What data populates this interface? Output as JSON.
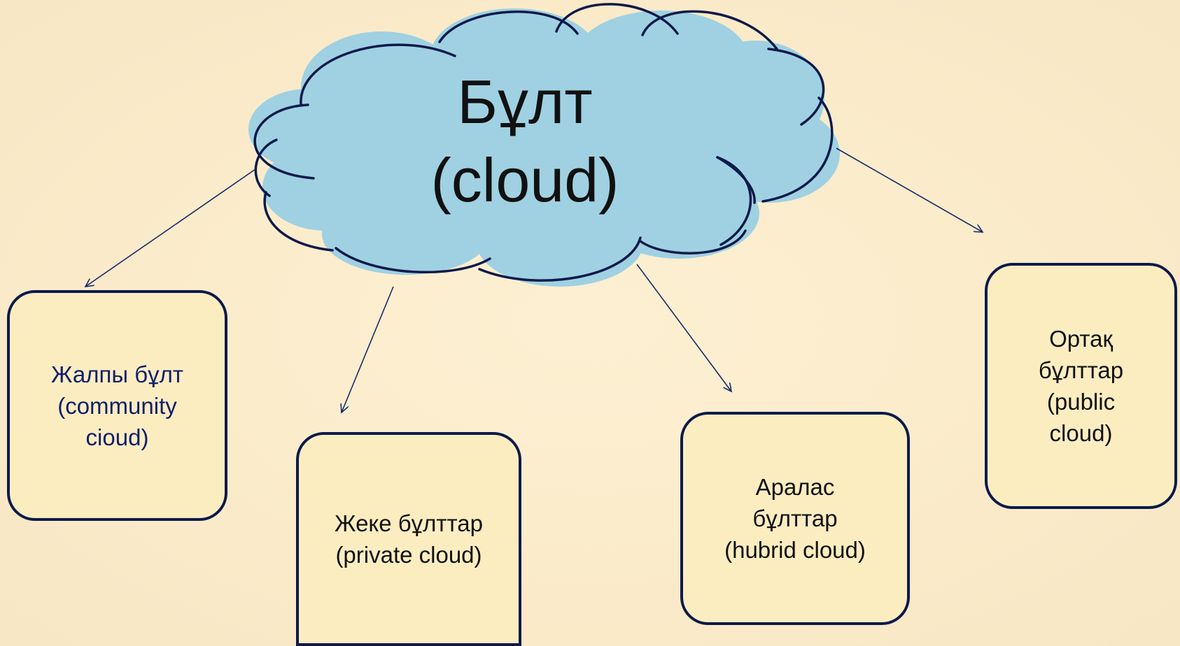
{
  "cloud": {
    "line1": "Бұлт",
    "line2": "(cloud)",
    "fill_color": "#9fd1e2",
    "stroke_color": "#0d1a4a"
  },
  "boxes": {
    "community": {
      "line1": "Жалпы бұлт",
      "line2": "(community",
      "line3": "cioud)"
    },
    "private": {
      "line1": "Жеке бұлттар",
      "line2": "(private cloud)"
    },
    "hybrid": {
      "line1": "Аралас",
      "line2": "бұлттар",
      "line3": "(hubrid cloud)"
    },
    "public": {
      "line1": "Ортақ",
      "line2": "бұлттар",
      "line3": "(public",
      "line4": "cloud)"
    }
  },
  "colors": {
    "background": "#fbeccb",
    "box_fill": "#fcedc1",
    "box_border": "#0d1a4a",
    "arrow": "#1a2a6a",
    "community_text": "#13206b"
  }
}
